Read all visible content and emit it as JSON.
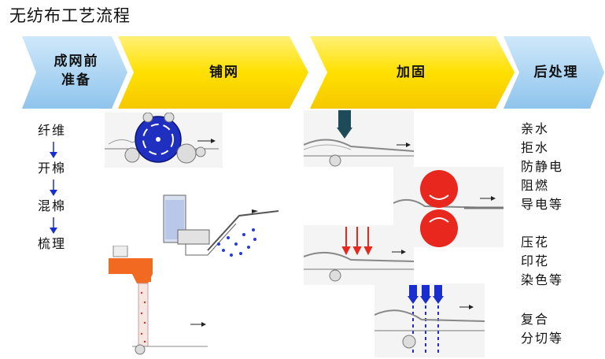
{
  "title": "无纺布工艺流程",
  "stages": [
    {
      "label_line1": "成网前",
      "label_line2": "准备"
    },
    {
      "label_line1": "铺网",
      "label_line2": ""
    },
    {
      "label_line1": "加固",
      "label_line2": ""
    },
    {
      "label_line1": "后处理",
      "label_line2": ""
    }
  ],
  "prep_steps": [
    "纤维",
    "开棉",
    "混棉",
    "梳理"
  ],
  "post_groups": [
    [
      "亲水",
      "拒水",
      "防静电",
      "阻燃",
      "导电等"
    ],
    [
      "压花",
      "印花",
      "染色等"
    ],
    [
      "复合",
      "分切等"
    ]
  ],
  "colors": {
    "chevron_blue": "#a9d4f2",
    "chevron_yellow": "#ffe000",
    "roller_blue": "#1f2fbf",
    "roller_red": "#e8281e",
    "heater_orange": "#f26a21",
    "needle_dark": "#1d4b5a",
    "arrow_blue": "#1a2ed0"
  }
}
